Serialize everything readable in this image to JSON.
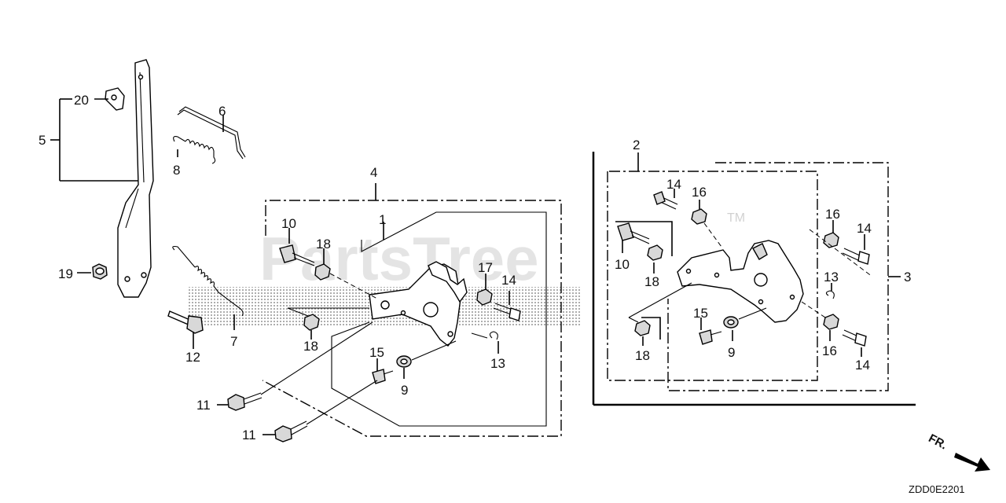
{
  "watermark": {
    "text": "PartsTree",
    "tm": "TM"
  },
  "drawing_code": "ZDD0E2201",
  "direction_label": "FR.",
  "callouts": {
    "c20": "20",
    "c5": "5",
    "c6": "6",
    "c8": "8",
    "c19": "19",
    "c12": "12",
    "c7": "7",
    "c4": "4",
    "c1": "1",
    "c10a": "10",
    "c18a": "18",
    "c18b": "18",
    "c17": "17",
    "c14a": "14",
    "c13a": "13",
    "c15a": "15",
    "c9a": "9",
    "c11a": "11",
    "c11b": "11",
    "c2": "2",
    "c14b": "14",
    "c16a": "16",
    "c16b": "16",
    "c14c": "14",
    "c10b": "10",
    "c18c": "18",
    "c13b": "13",
    "c3": "3",
    "c15b": "15",
    "c9b": "9",
    "c16c": "16",
    "c14d": "14",
    "c18d": "18"
  }
}
